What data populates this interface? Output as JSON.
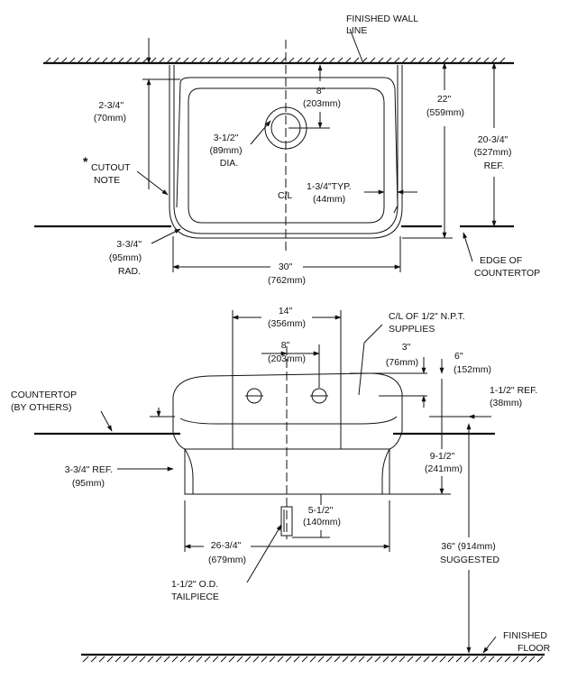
{
  "labels": {
    "finished_wall_line": [
      "FINISHED WALL",
      "LINE"
    ],
    "dim_8in_top": [
      "8\"",
      "(203mm)"
    ],
    "dim_2_3_4": [
      "2-3/4\"",
      "(70mm)"
    ],
    "dim_22": [
      "22\"",
      "(559mm)"
    ],
    "dim_20_3_4": [
      "20-3/4\"",
      "(527mm)",
      "REF."
    ],
    "drain_dia": [
      "3-1/2\"",
      "(89mm)",
      "DIA."
    ],
    "cutout_star": "*",
    "cutout_note": [
      "CUTOUT",
      "NOTE"
    ],
    "centerline": "C/L",
    "dim_1_3_4": [
      "1-3/4\"TYP.",
      "(44mm)"
    ],
    "dim_3_3_4_rad": [
      "3-3/4\"",
      "(95mm)",
      "RAD."
    ],
    "dim_30": [
      "30\"",
      "(762mm)"
    ],
    "edge_of_countertop": [
      "EDGE OF",
      "COUNTERTOP"
    ],
    "dim_14": [
      "14\"",
      "(356mm)"
    ],
    "cl_supplies": [
      "C/L OF 1/2\" N.P.T.",
      "SUPPLIES"
    ],
    "dim_8in_bottom": [
      "8\"",
      "(203mm)"
    ],
    "dim_3": [
      "3\"",
      "(76mm)"
    ],
    "dim_6": [
      "6\"",
      "(152mm)"
    ],
    "dim_1_1_2_ref": [
      "1-1/2\" REF.",
      "(38mm)"
    ],
    "countertop_by_others": [
      "COUNTERTOP",
      "(BY OTHERS)"
    ],
    "dim_3_3_4_ref": [
      "3-3/4\" REF.",
      "(95mm)"
    ],
    "dim_9_1_2": [
      "9-1/2\"",
      "(241mm)"
    ],
    "dim_5_1_2": [
      "5-1/2\"",
      "(140mm)"
    ],
    "dim_26_3_4": [
      "26-3/4\"",
      "(679mm)"
    ],
    "dim_36": [
      "36\" (914mm)",
      "SUGGESTED"
    ],
    "tailpiece": [
      "1-1/2\" O.D.",
      "TAILPIECE"
    ],
    "finished_floor": [
      "FINISHED",
      "FLOOR"
    ]
  }
}
